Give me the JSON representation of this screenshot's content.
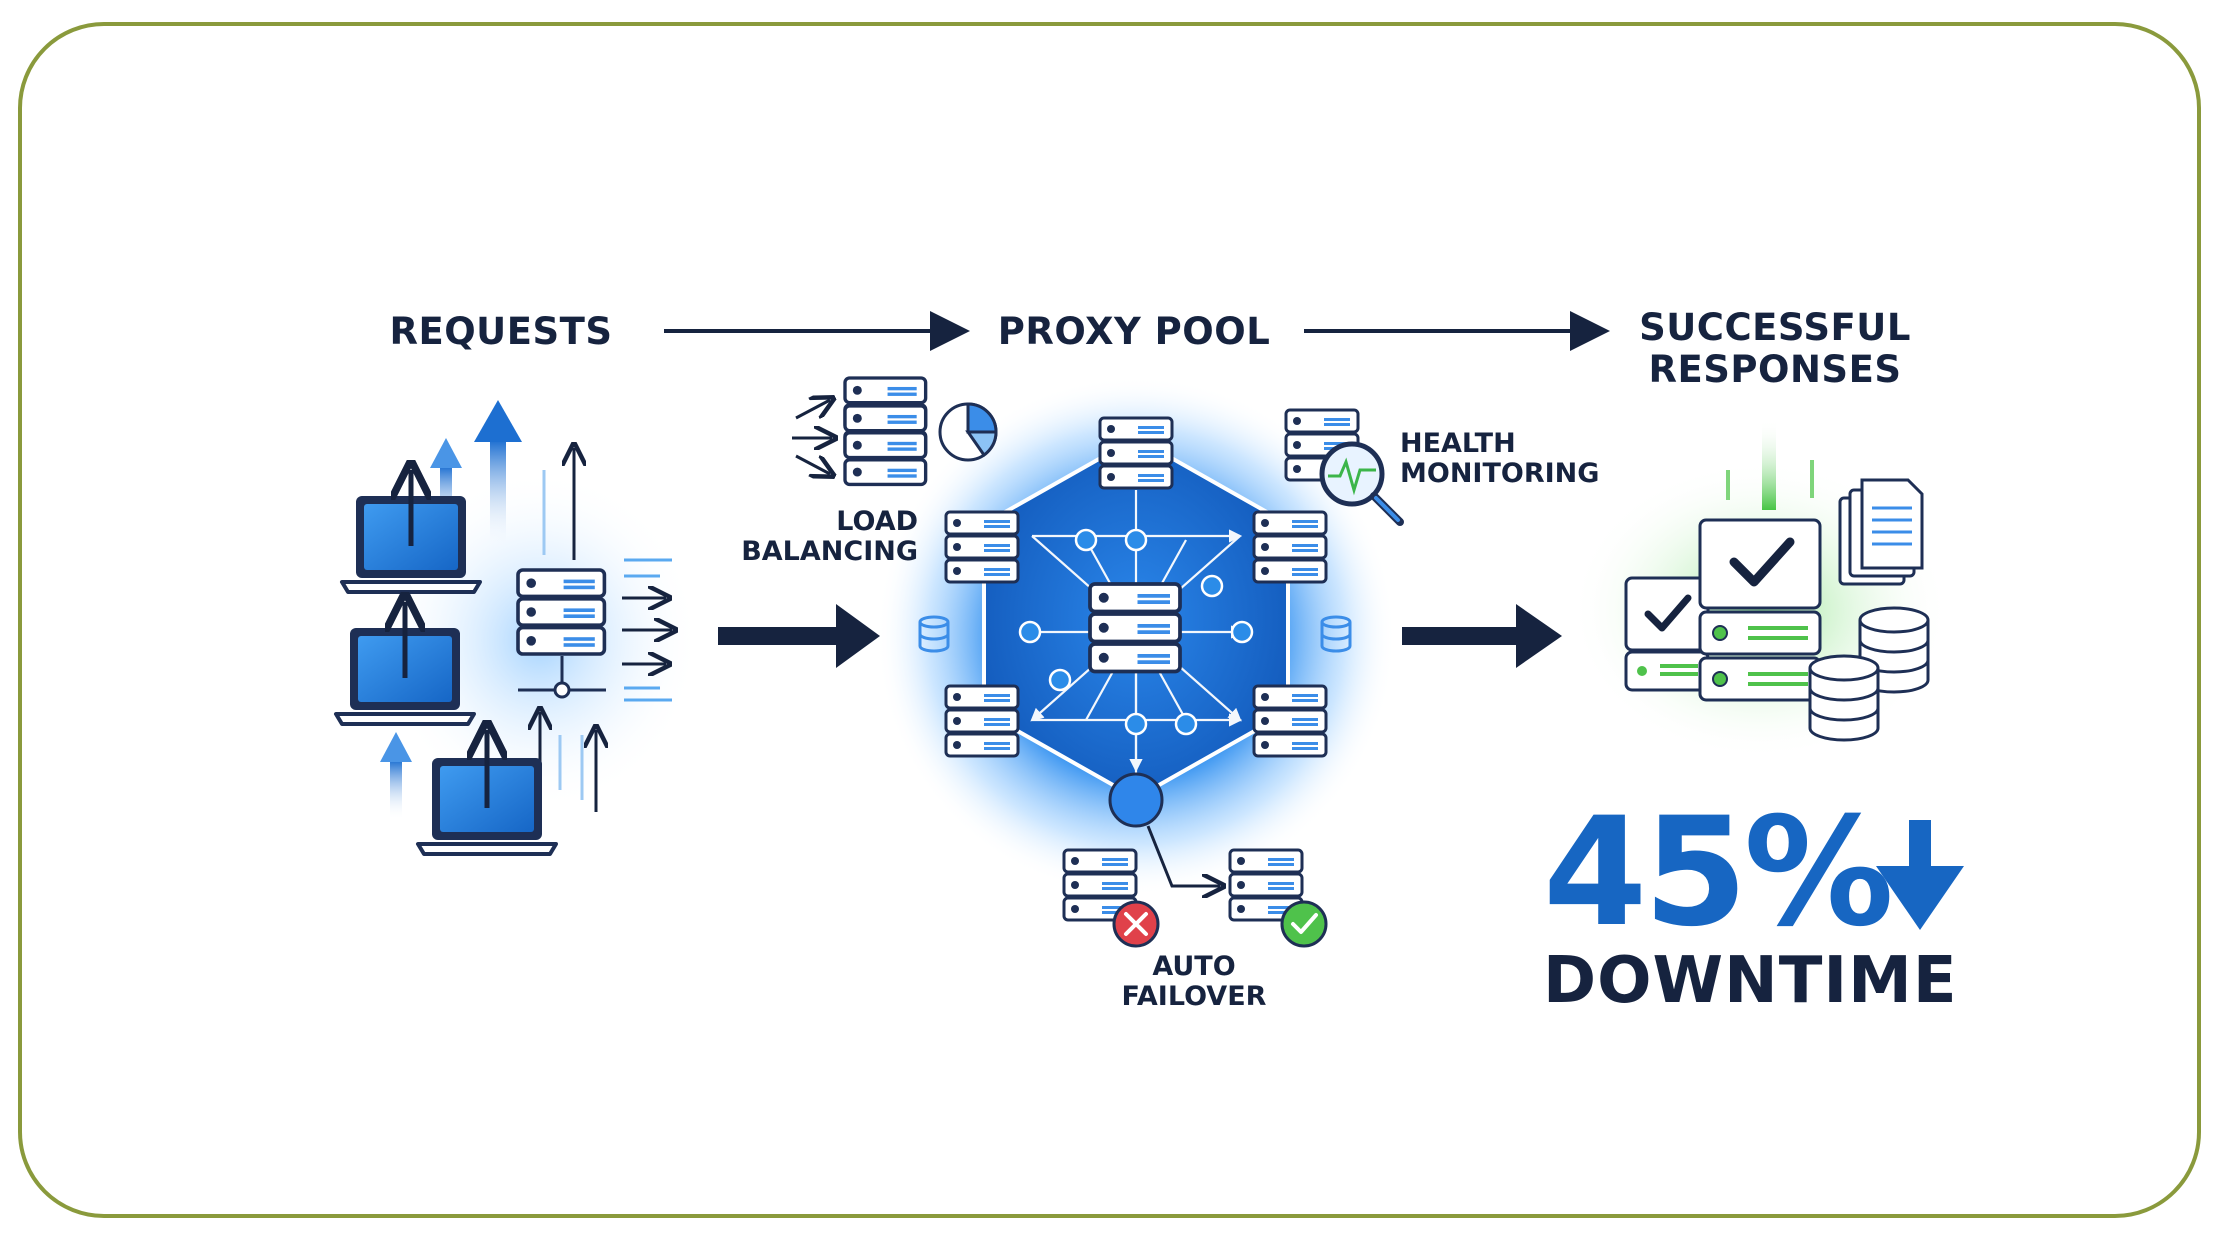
{
  "stages": {
    "requests": "REQUESTS",
    "proxy_pool": "PROXY POOL",
    "successful_line1": "SUCCESSFUL",
    "successful_line2": "RESPONSES"
  },
  "features": {
    "load_balancing_line1": "LOAD",
    "load_balancing_line2": "BALANCING",
    "health_monitoring_line1": "HEALTH",
    "health_monitoring_line2": "MONITORING",
    "auto_failover_line1": "AUTO",
    "auto_failover_line2": "FAILOVER"
  },
  "stat": {
    "value": "45%",
    "label": "DOWNTIME",
    "direction": "down"
  },
  "colors": {
    "navy": "#16233f",
    "blue": "#1766c2",
    "light_blue": "#5aa9f0",
    "green": "#4fc24b",
    "red": "#e0414a",
    "border": "#8a9a3c"
  }
}
